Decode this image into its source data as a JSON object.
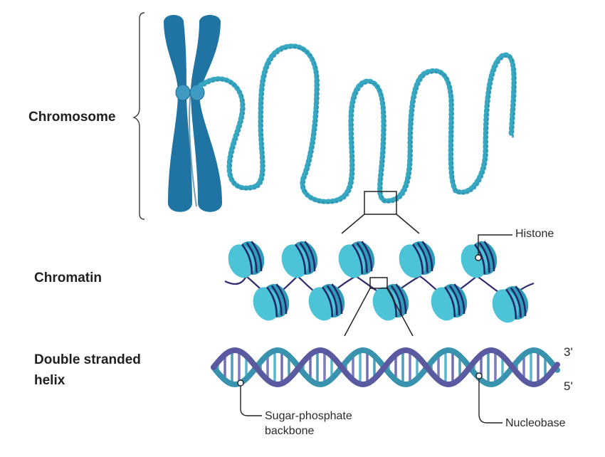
{
  "labels": {
    "chromosome": "Chromosome",
    "chromatin": "Chromatin",
    "helix_line1": "Double stranded",
    "helix_line2": "helix"
  },
  "annotations": {
    "histone": "Histone",
    "strand_3": "3'",
    "strand_5": "5'",
    "backbone_line1": "Sugar-phosphate",
    "backbone_line2": "backbone",
    "nucleobase": "Nucleobase"
  },
  "colors": {
    "chromosome": "#1f74a4",
    "centromere": "#3e9ac2",
    "beads": "#36a8c2",
    "histone_light": "#4cc3d6",
    "histone_dark": "#2f9cb9",
    "dna_wrap": "#23296b",
    "strand_purple": "#5a5aa0",
    "strand_teal": "#3a93ae"
  },
  "chromatin": {
    "nucleosome_count": 10
  }
}
